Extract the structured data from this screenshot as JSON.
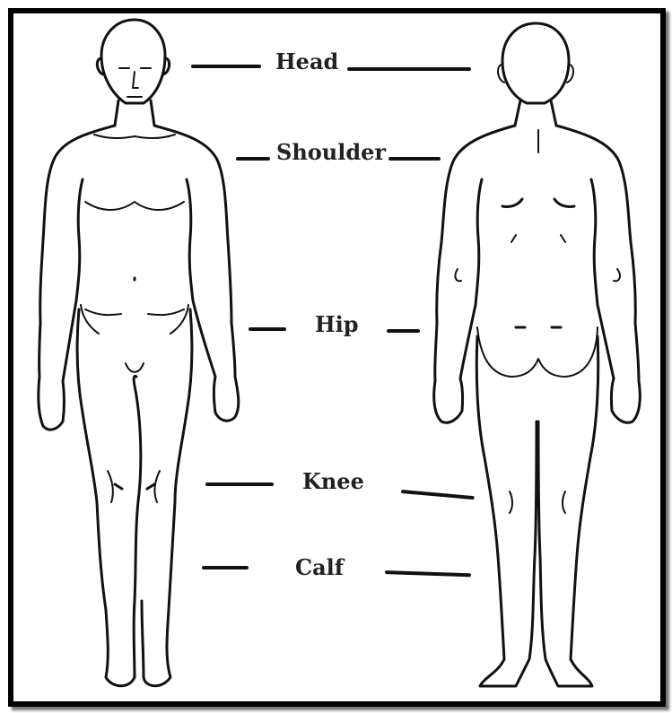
{
  "labels": {
    "head": "Head",
    "shoulder": "Shoulder",
    "hip": "Hip",
    "knee": "Knee",
    "calf": "Calf"
  },
  "colors": {
    "line": "#111111",
    "frame": "#000000",
    "background": "#ffffff"
  }
}
